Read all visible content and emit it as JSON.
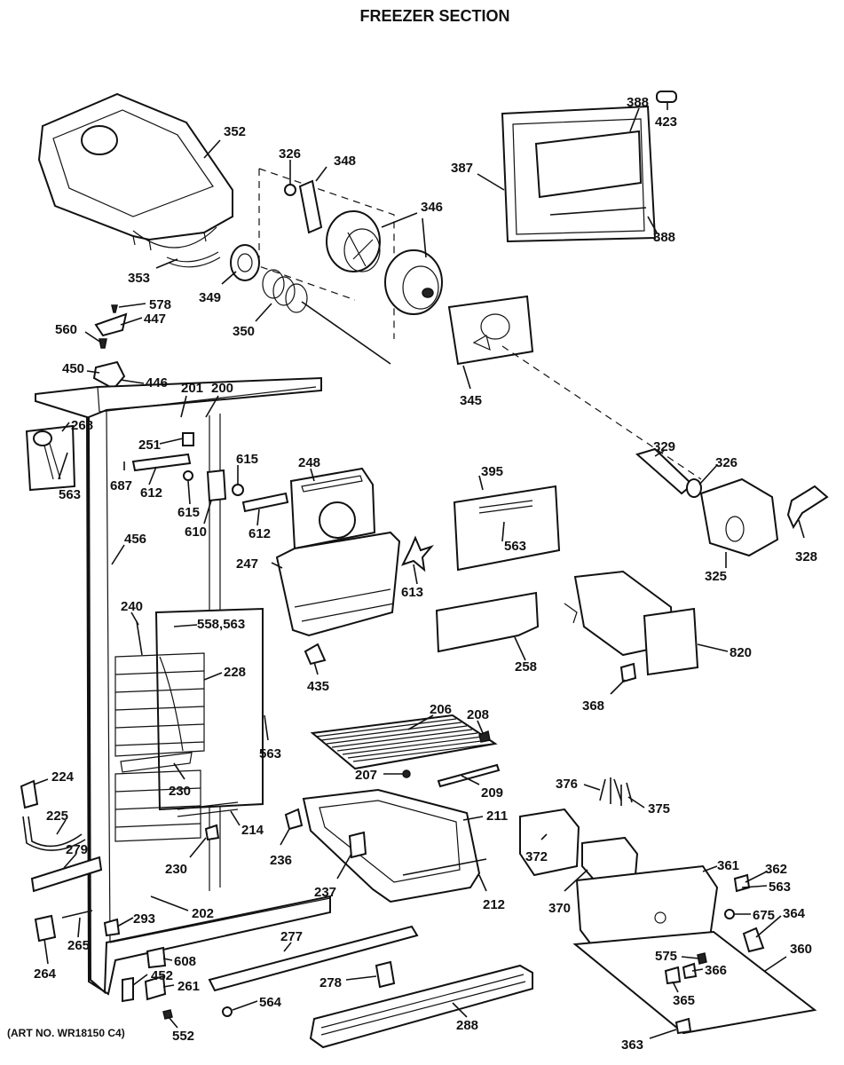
{
  "header": {
    "title": "FREEZER SECTION"
  },
  "footer": {
    "art_no": "(ART NO. WR18150 C4)"
  },
  "labels": [
    "352",
    "326",
    "348",
    "388",
    "423",
    "387",
    "346",
    "388",
    "353",
    "349",
    "350",
    "345",
    "578",
    "447",
    "560",
    "450",
    "446",
    "201",
    "200",
    "268",
    "251",
    "563",
    "687",
    "612",
    "615",
    "615",
    "610",
    "612",
    "248",
    "395",
    "563",
    "329",
    "326",
    "456",
    "247",
    "613",
    "325",
    "328",
    "240",
    "558,563",
    "228",
    "258",
    "820",
    "435",
    "368",
    "563",
    "206",
    "208",
    "207",
    "209",
    "376",
    "375",
    "224",
    "230",
    "225",
    "211",
    "214",
    "279",
    "236",
    "230",
    "372",
    "237",
    "212",
    "361",
    "362",
    "563",
    "370",
    "675",
    "364",
    "202",
    "293",
    "277",
    "265",
    "264",
    "608",
    "575",
    "366",
    "360",
    "452",
    "261",
    "278",
    "564",
    "365",
    "552",
    "288",
    "363"
  ]
}
